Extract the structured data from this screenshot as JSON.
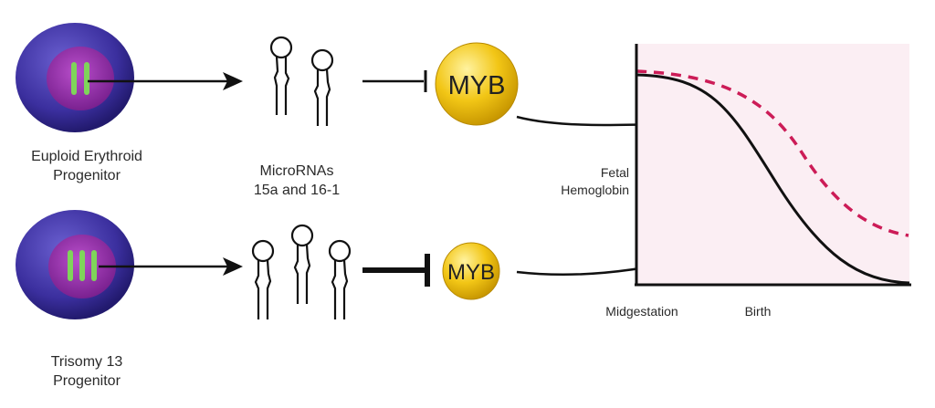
{
  "top_pathway": {
    "cell_label_line1": "Euploid Erythroid",
    "cell_label_line2": "Progenitor",
    "microrna_label_line1": "MicroRNAs",
    "microrna_label_line2": "15a and 16-1",
    "myb_label": "MYB"
  },
  "bottom_pathway": {
    "cell_label_line1": "Trisomy 13",
    "cell_label_line2": "Progenitor",
    "myb_label": "MYB"
  },
  "graph": {
    "ylabel_line1": "Fetal",
    "ylabel_line2": "Hemoglobin",
    "x_tick_1": "Midgestation",
    "x_tick_2": "Birth"
  },
  "colors": {
    "cell_membrane": "#3b2f9e",
    "nucleus": "#8e2fa3",
    "chromosome": "#7fd45a",
    "myb_fill": "#f2c616",
    "graph_bg": "#fbeef3",
    "dashed_curve": "#cc1c57"
  }
}
